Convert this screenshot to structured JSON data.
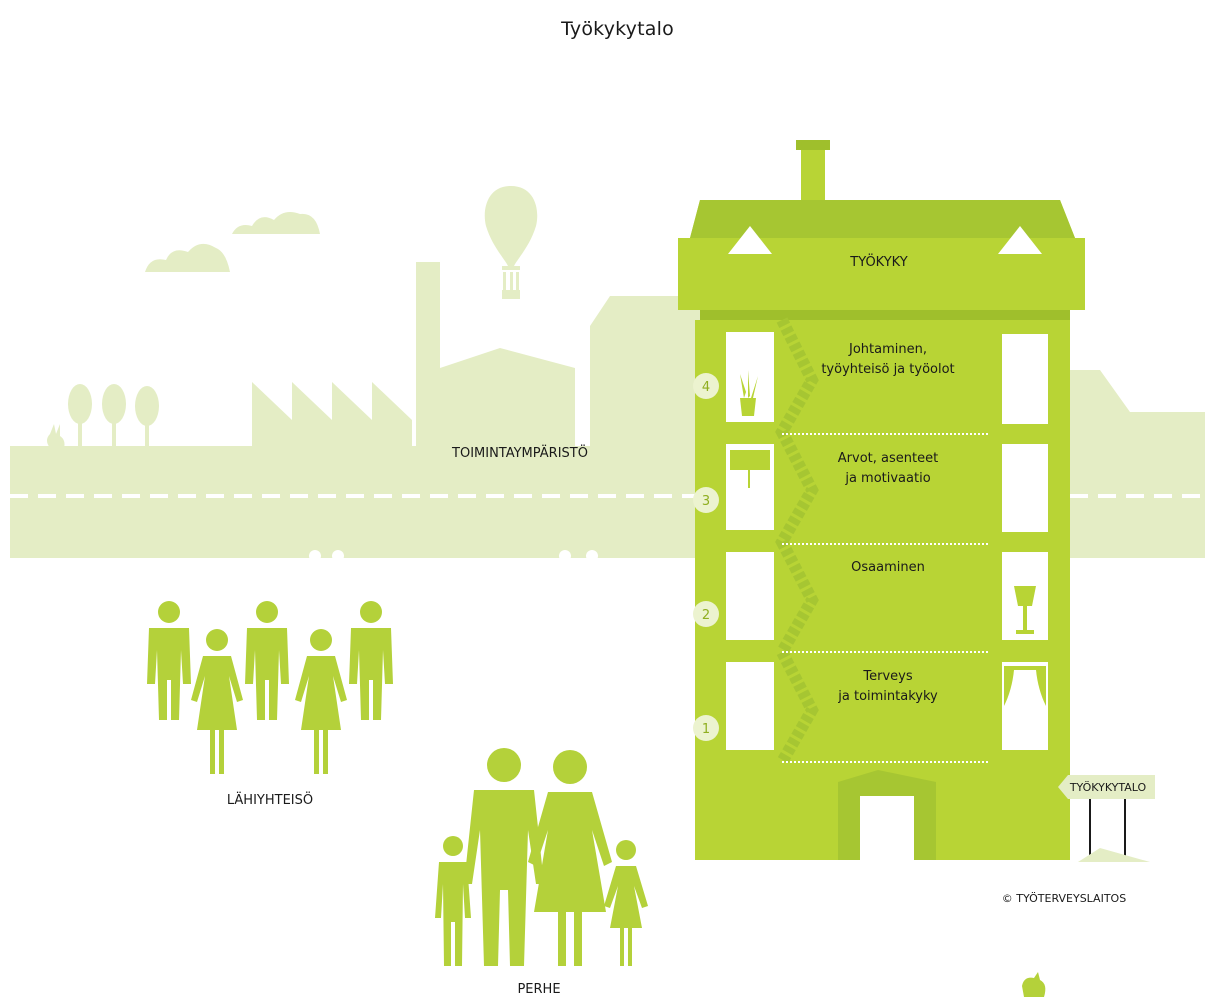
{
  "title": "Työkykytalo",
  "labels": {
    "environment": "TOIMINTAYMPÄRISTÖ",
    "community": "LÄHIYHTEISÖ",
    "family": "PERHE",
    "roof": "TYÖKYKY",
    "sign": "TYÖKYKYTALO",
    "copyright": "© TYÖTERVEYSLAITOS"
  },
  "floors": [
    {
      "number": "4",
      "line1": "Johtaminen,",
      "line2": "työyhteisö ja työolot"
    },
    {
      "number": "3",
      "line1": "Arvot, asenteet",
      "line2": "ja motivaatio"
    },
    {
      "number": "2",
      "line1": "Osaaminen",
      "line2": ""
    },
    {
      "number": "1",
      "line1": "Terveys",
      "line2": "ja toimintakyky"
    }
  ],
  "colors": {
    "house": "#b8d435",
    "house_dark": "#9fbf2c",
    "roof_top": "#a6c632",
    "people": "#b4d13a",
    "background": "#e4edc5",
    "background_light": "#ebf2d3"
  }
}
